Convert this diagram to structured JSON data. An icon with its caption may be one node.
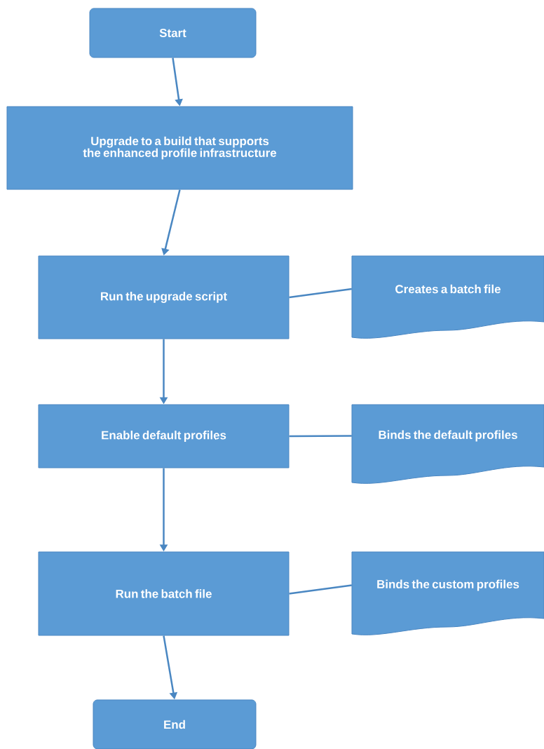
{
  "diagram": {
    "nodes": [
      {
        "text": [
          "Start"
        ]
      },
      {
        "text": [
          "Upgrade to a build that supports the enhanced profile infrastructure"
        ]
      },
      {
        "text": [
          "Run the upgrade script"
        ]
      },
      {
        "text": [
          "Creates a batch file"
        ]
      },
      {
        "text": [
          "Enable default profiles"
        ]
      },
      {
        "text": [
          "Binds the default profiles"
        ]
      },
      {
        "text": [
          "Run the batch file"
        ]
      },
      {
        "text": [
          "Binds the custom profiles"
        ]
      },
      {
        "text": [
          "End"
        ]
      }
    ],
    "edges": [
      {
        "from": 0,
        "to": 1,
        "arrow": "to"
      },
      {
        "from": 1,
        "to": 2,
        "arrow": "to"
      },
      {
        "from": 2,
        "to": 3,
        "arrow": "none"
      },
      {
        "from": 2,
        "to": 4,
        "arrow": "to"
      },
      {
        "from": 4,
        "to": 5,
        "arrow": "none"
      },
      {
        "from": 4,
        "to": 6,
        "arrow": "to"
      },
      {
        "from": 6,
        "to": 7,
        "arrow": "none"
      },
      {
        "from": 6,
        "to": 8,
        "arrow": "to"
      }
    ]
  }
}
